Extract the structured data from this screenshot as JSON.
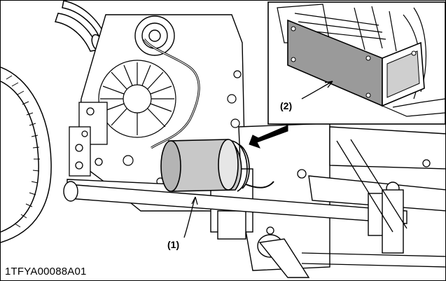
{
  "figure": {
    "callout_1": "(1)",
    "callout_2": "(2)",
    "figure_code": "1TFYA00088A01"
  },
  "colors": {
    "line": "#000000",
    "filter_fill": "#c8c8c8",
    "background": "#ffffff"
  }
}
